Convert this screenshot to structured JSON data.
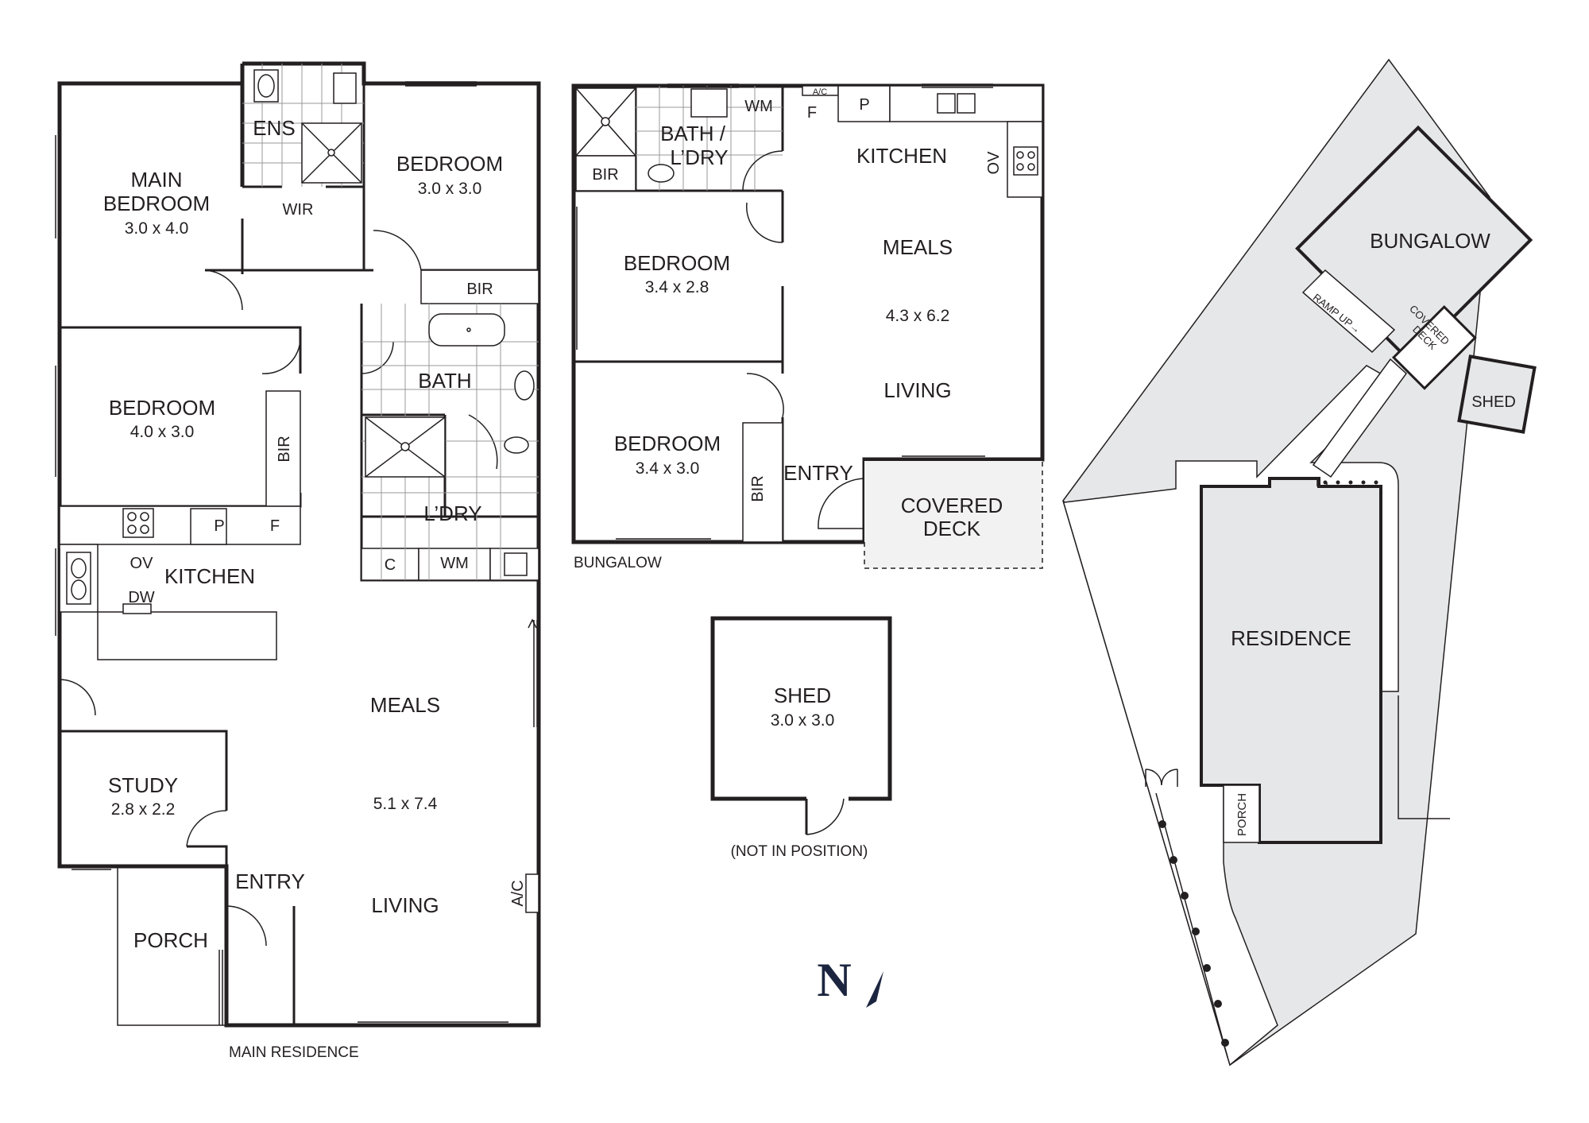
{
  "main_residence": {
    "caption": "MAIN RESIDENCE",
    "rooms": {
      "ens": "ENS",
      "main_bedroom_l1": "MAIN",
      "main_bedroom_l2": "BEDROOM",
      "main_bedroom_dim": "3.0 x 4.0",
      "wir": "WIR",
      "bedroom2": "BEDROOM",
      "bedroom2_dim": "3.0 x 3.0",
      "bir_top": "BIR",
      "bedroom3": "BEDROOM",
      "bedroom3_dim": "4.0 x 3.0",
      "bir_left": "BIR",
      "bath": "BATH",
      "ldry": "L’DRY",
      "c": "C",
      "wm": "WM",
      "ov": "OV",
      "p": "P",
      "f": "F",
      "kitchen": "KITCHEN",
      "dw": "DW",
      "meals": "MEALS",
      "meals_dim": "5.1 x 7.4",
      "living": "LIVING",
      "study": "STUDY",
      "study_dim": "2.8 x 2.2",
      "entry": "ENTRY",
      "porch": "PORCH",
      "ac": "A/C"
    }
  },
  "bungalow": {
    "caption": "BUNGALOW",
    "rooms": {
      "bath_ldry_l1": "BATH /",
      "bath_ldry_l2": "L’DRY",
      "wm": "WM",
      "ac": "A/C",
      "f": "F",
      "p": "P",
      "bir_top": "BIR",
      "kitchen": "KITCHEN",
      "ov": "OV",
      "bedroom1": "BEDROOM",
      "bedroom1_dim": "3.4 x 2.8",
      "meals": "MEALS",
      "meals_dim": "4.3 x 6.2",
      "living": "LIVING",
      "bedroom2": "BEDROOM",
      "bedroom2_dim": "3.4 x 3.0",
      "bir_side": "BIR",
      "entry": "ENTRY",
      "covered_deck_l1": "COVERED",
      "covered_deck_l2": "DECK"
    }
  },
  "shed": {
    "label": "SHED",
    "dim": "3.0 x 3.0",
    "note": "(NOT IN POSITION)"
  },
  "north_arrow": "N",
  "site_plan": {
    "bungalow": "BUNGALOW",
    "ramp": "RAMP UP→",
    "covered_deck_l1": "COVERED",
    "covered_deck_l2": "DECK",
    "shed": "SHED",
    "residence": "RESIDENCE",
    "porch": "PORCH",
    "land_color": "#e6e7e8"
  }
}
